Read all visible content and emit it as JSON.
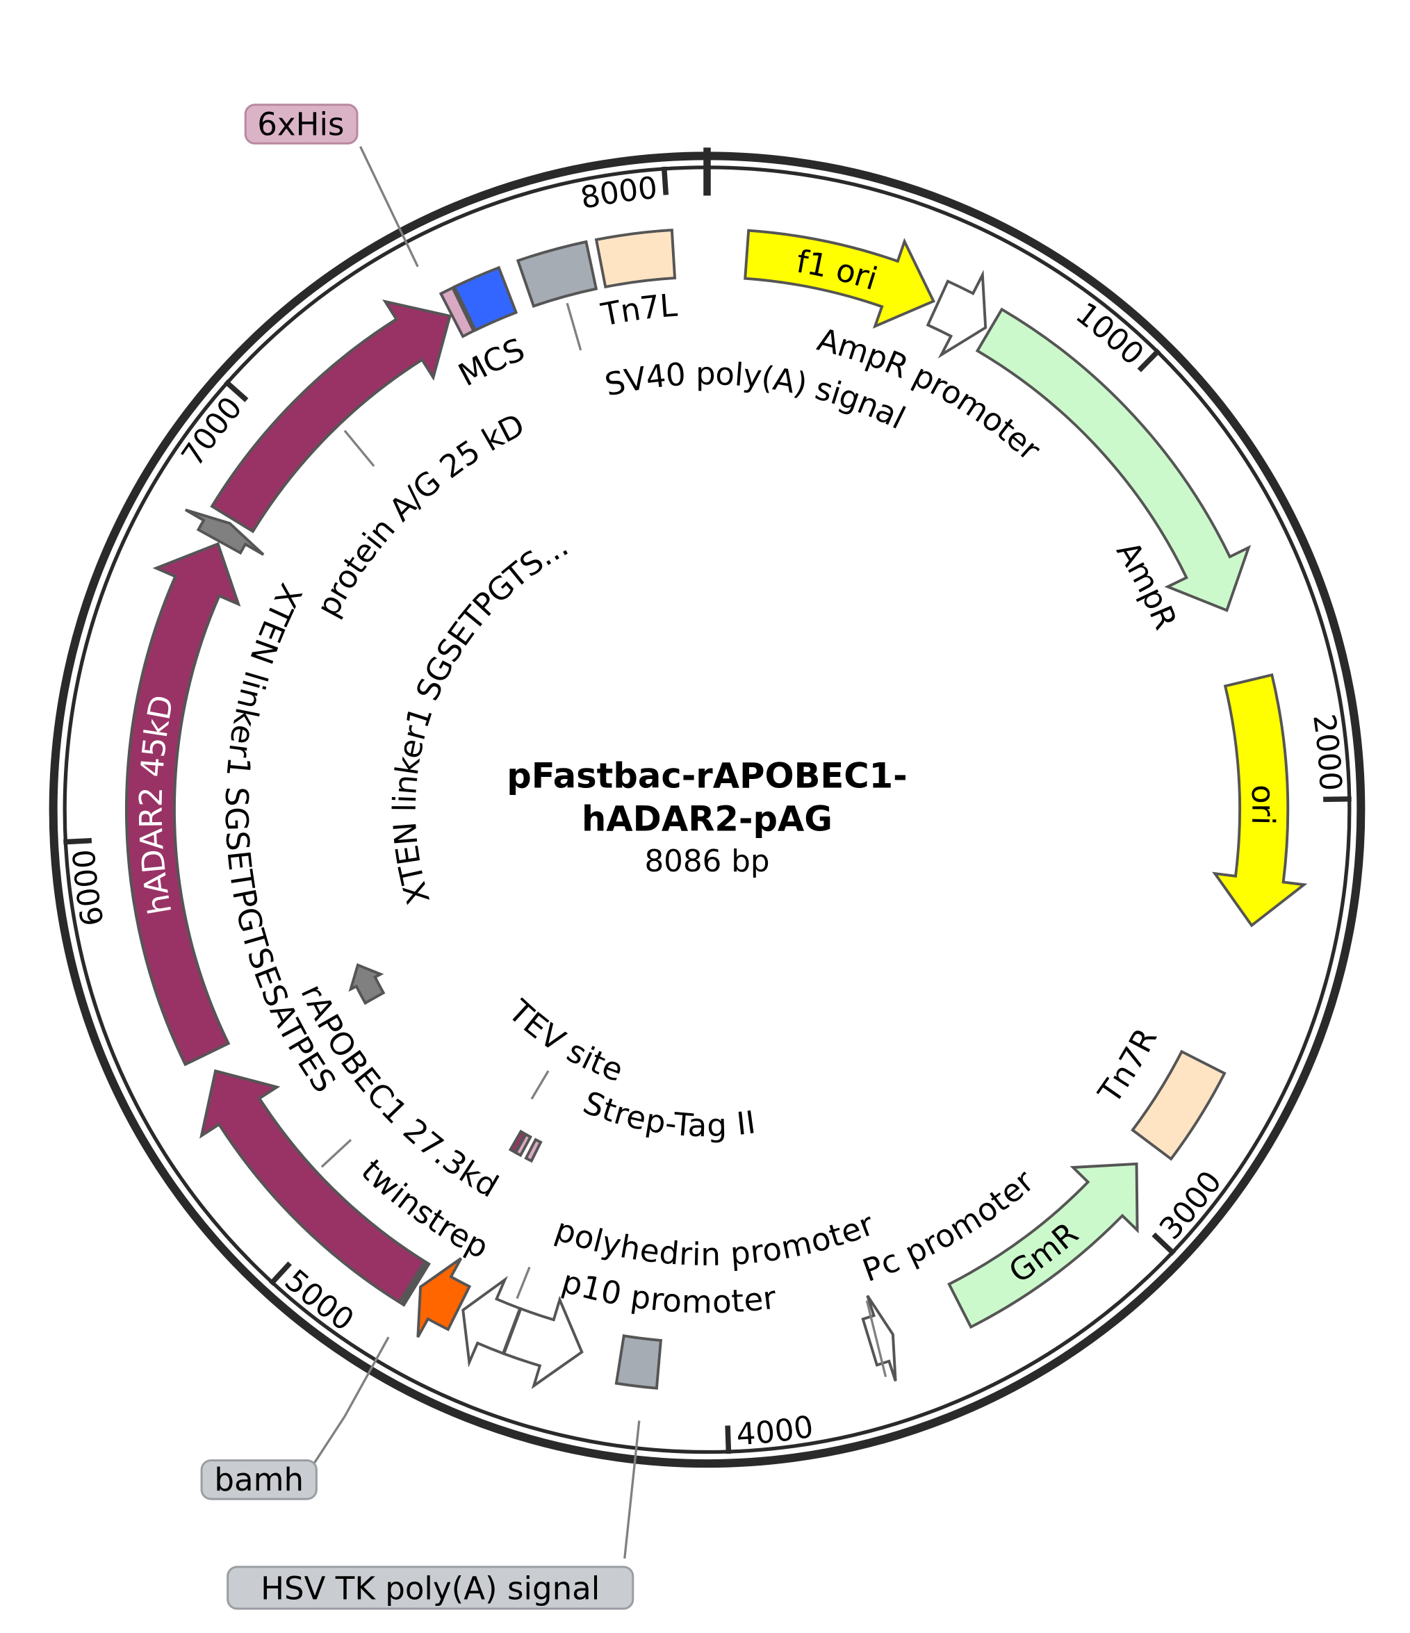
{
  "plasmid": {
    "name_line1": "pFastbac-rAPOBEC1-",
    "name_line2": "hADAR2-pAG",
    "length_label": "8086 bp",
    "length_bp": 8086
  },
  "ticks": [
    {
      "bp": 1000,
      "label": "1000"
    },
    {
      "bp": 2000,
      "label": "2000"
    },
    {
      "bp": 3000,
      "label": "3000"
    },
    {
      "bp": 4000,
      "label": "4000"
    },
    {
      "bp": 5000,
      "label": "5000"
    },
    {
      "bp": 6000,
      "label": "6000"
    },
    {
      "bp": 7000,
      "label": "7000"
    },
    {
      "bp": 8000,
      "label": "8000"
    }
  ],
  "features": [
    {
      "label": "f1 ori",
      "start": 92,
      "end": 539,
      "strand": "forward",
      "shape": "arrow",
      "color": "#ffff00"
    },
    {
      "label": "AmpR promoter",
      "start": 550,
      "end": 674,
      "strand": "forward",
      "shape": "arrow",
      "color": "#ffffff"
    },
    {
      "label": "AmpR",
      "start": 685,
      "end": 1550,
      "strand": "forward",
      "shape": "arrow",
      "color": "#ccf9cc"
    },
    {
      "label": "ori",
      "start": 1720,
      "end": 2291,
      "strand": "forward",
      "shape": "arrow",
      "color": "#ffff00"
    },
    {
      "label": "Tn7R",
      "start": 2628,
      "end": 2852,
      "strand": "none",
      "shape": "box",
      "color": "#ffe4c4"
    },
    {
      "label": "GmR",
      "start": 2909,
      "end": 3436,
      "strand": "reverse",
      "shape": "arrow",
      "color": "#ccf9cc"
    },
    {
      "label": "Pc promoter",
      "start": 3605,
      "end": 3661,
      "strand": "reverse",
      "shape": "arrow",
      "color": "#ffffff"
    },
    {
      "label": "HSV TK poly(A) signal",
      "start": 4155,
      "end": 4245,
      "strand": "none",
      "shape": "box",
      "color": "#a6acb3"
    },
    {
      "label": "p10 promoter",
      "start": 4335,
      "end": 4503,
      "strand": "reverse",
      "shape": "arrow",
      "color": "#ffffff"
    },
    {
      "label": "polyhedrin promoter",
      "start": 4505,
      "end": 4627,
      "strand": "forward",
      "shape": "arrow",
      "color": "#ffffff"
    },
    {
      "label": "twinstrep",
      "start": 4638,
      "end": 4739,
      "strand": "forward",
      "shape": "arrow",
      "color": "#ff6600"
    },
    {
      "label": "bamh",
      "start": 4750,
      "end": 4756,
      "strand": "none",
      "shape": "box",
      "color": "#a6acb3"
    },
    {
      "label": "rAPOBEC1 27.3kd",
      "start": 4762,
      "end": 5436,
      "strand": "forward",
      "shape": "arrow",
      "color": "#993366"
    },
    {
      "label": "hADAR2 45kD",
      "start": 5480,
      "end": 6705,
      "strand": "forward",
      "shape": "arrow",
      "color": "#993366"
    },
    {
      "label": "XTEN linker1 SGSETPGTSESATPES",
      "start": 6712,
      "end": 6760,
      "strand": "forward",
      "shape": "arrow",
      "color": "#808080"
    },
    {
      "label": "protein A/G 25 kD",
      "start": 6772,
      "end": 7468,
      "strand": "forward",
      "shape": "arrow",
      "color": "#993366"
    },
    {
      "label": "6xHis",
      "start": 7473,
      "end": 7502,
      "strand": "none",
      "shape": "box",
      "color": "#d9a8c2"
    },
    {
      "label": "MCS",
      "start": 7507,
      "end": 7614,
      "strand": "none",
      "shape": "box",
      "color": "#3366ff"
    },
    {
      "label": "SV40 poly(A) signal",
      "start": 7659,
      "end": 7816,
      "strand": "none",
      "shape": "box",
      "color": "#a6acb3"
    },
    {
      "label": "Tn7L",
      "start": 7839,
      "end": 8008,
      "strand": "none",
      "shape": "box",
      "color": "#ffe4c4"
    }
  ],
  "inner_features": [
    {
      "label": "XTEN linker1 SGSETPGTS...",
      "start": 5402,
      "end": 5526,
      "strand": "forward",
      "shape": "arrow",
      "color": "#808080"
    },
    {
      "label": "TEV site",
      "start": 4700,
      "end": 4718,
      "strand": "none",
      "shape": "box",
      "color": "#993366"
    },
    {
      "label": "Strep-Tag II",
      "start": 4680,
      "end": 4698,
      "strand": "none",
      "shape": "box",
      "color": "#d9a8c2"
    },
    {
      "start": 4640,
      "end": 4660,
      "strand": "none",
      "shape": "box",
      "color": "#d9a8c2"
    }
  ]
}
